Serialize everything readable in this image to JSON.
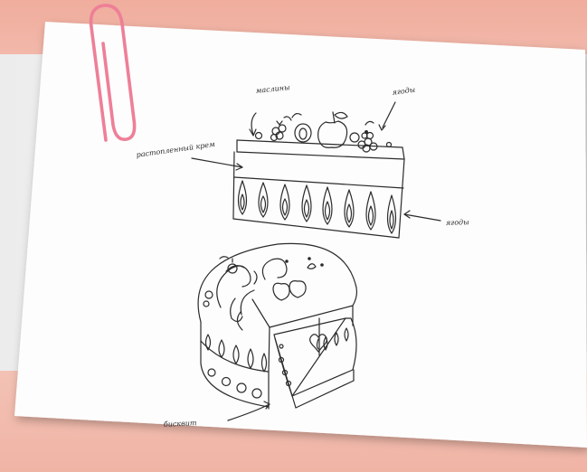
{
  "sketch": {
    "labels": {
      "top_left": "маслины",
      "top_right": "ягоды",
      "left_cream": "растопленный крем",
      "left_cream_line2": "",
      "right_side": "ягоды",
      "bottom": "бисквит"
    }
  }
}
